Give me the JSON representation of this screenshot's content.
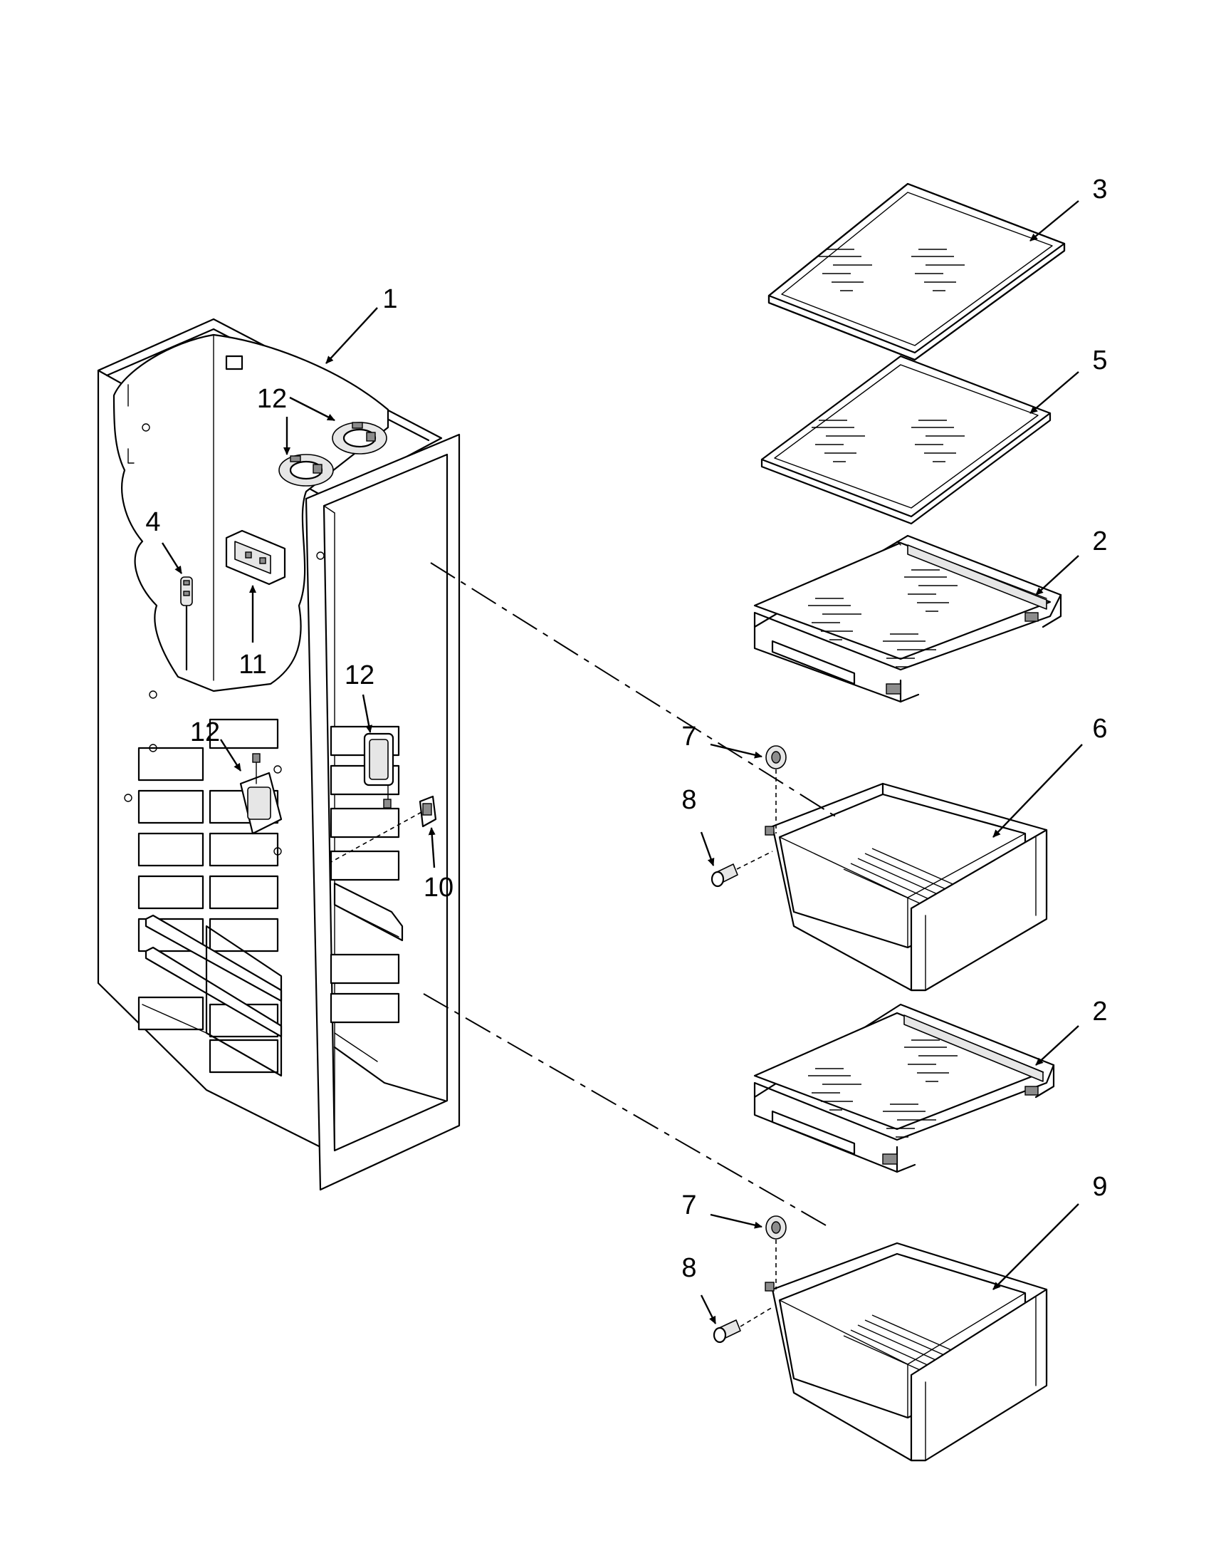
{
  "callouts": [
    {
      "id": "cabinet",
      "label": "1"
    },
    {
      "id": "shelf-lower",
      "label": "2"
    },
    {
      "id": "shelf-upper",
      "label": "2"
    },
    {
      "id": "top-shelf",
      "label": "3"
    },
    {
      "id": "thermistor",
      "label": "4"
    },
    {
      "id": "middle-shelf",
      "label": "5"
    },
    {
      "id": "crisper-upper",
      "label": "6"
    },
    {
      "id": "roller-upper",
      "label": "7"
    },
    {
      "id": "roller-lower",
      "label": "7"
    },
    {
      "id": "screw-upper",
      "label": "8"
    },
    {
      "id": "screw-lower",
      "label": "8"
    },
    {
      "id": "crisper-lower",
      "label": "9"
    },
    {
      "id": "switch",
      "label": "10"
    },
    {
      "id": "housing",
      "label": "11"
    },
    {
      "id": "lamp-top",
      "label": "12"
    },
    {
      "id": "lamp-side",
      "label": "12"
    },
    {
      "id": "lamp-rear",
      "label": "12"
    }
  ]
}
